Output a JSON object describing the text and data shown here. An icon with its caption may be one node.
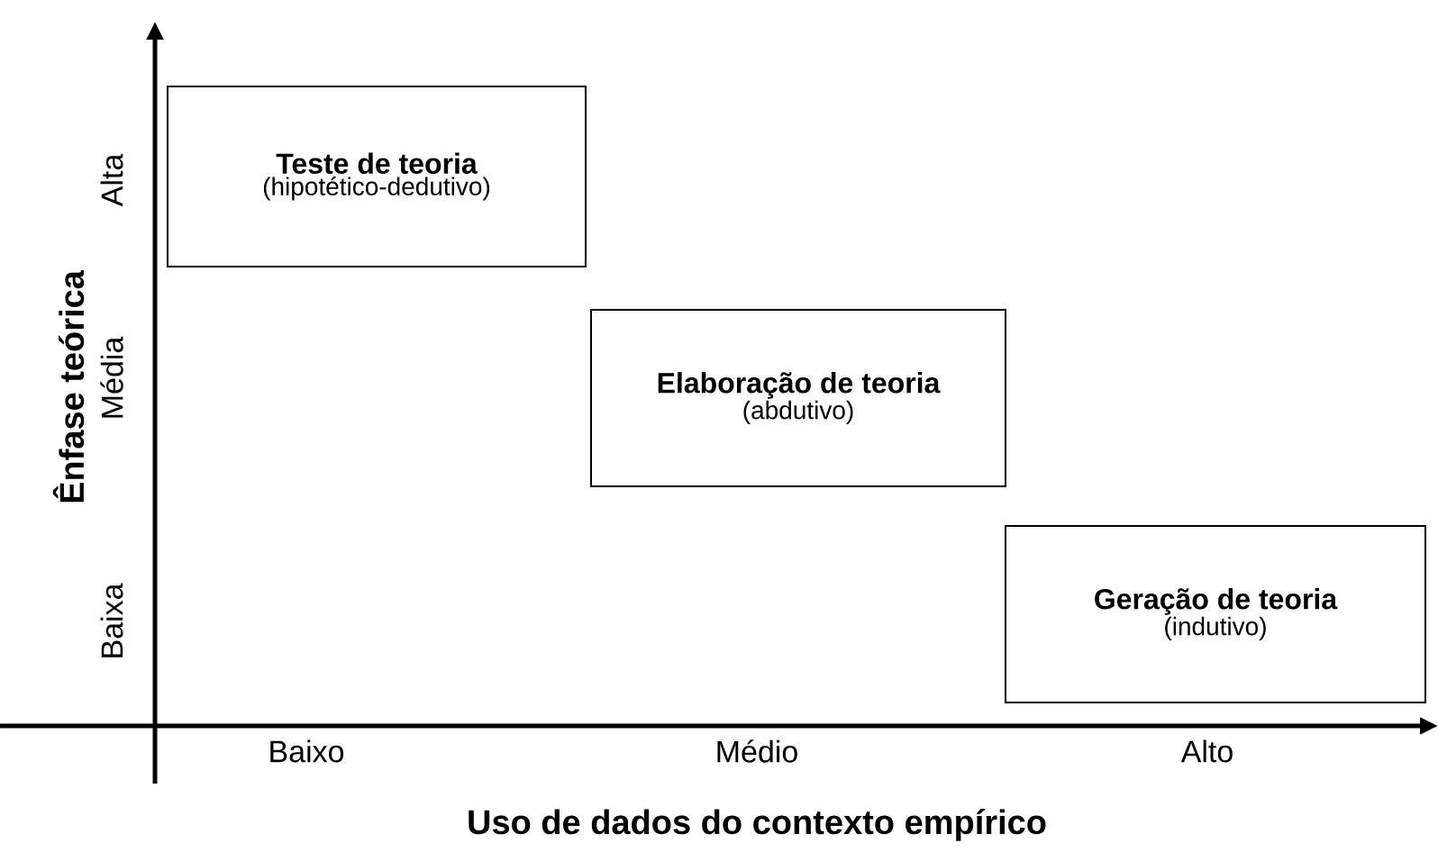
{
  "diagram": {
    "nodes": [
      {
        "text": [
          "Teste de teoria",
          "(hipotético-dedutivo)"
        ]
      },
      {
        "text": [
          "Elaboração de teoria",
          "(abdutivo)"
        ]
      },
      {
        "text": [
          "Geração de teoria",
          "(indutivo)"
        ]
      }
    ],
    "labels": [
      "Alta",
      "Média",
      "Baixa",
      "Ênfase teórica",
      "Baixo",
      "Médio",
      "Alto",
      "Uso de dados do contexto empírico"
    ]
  }
}
